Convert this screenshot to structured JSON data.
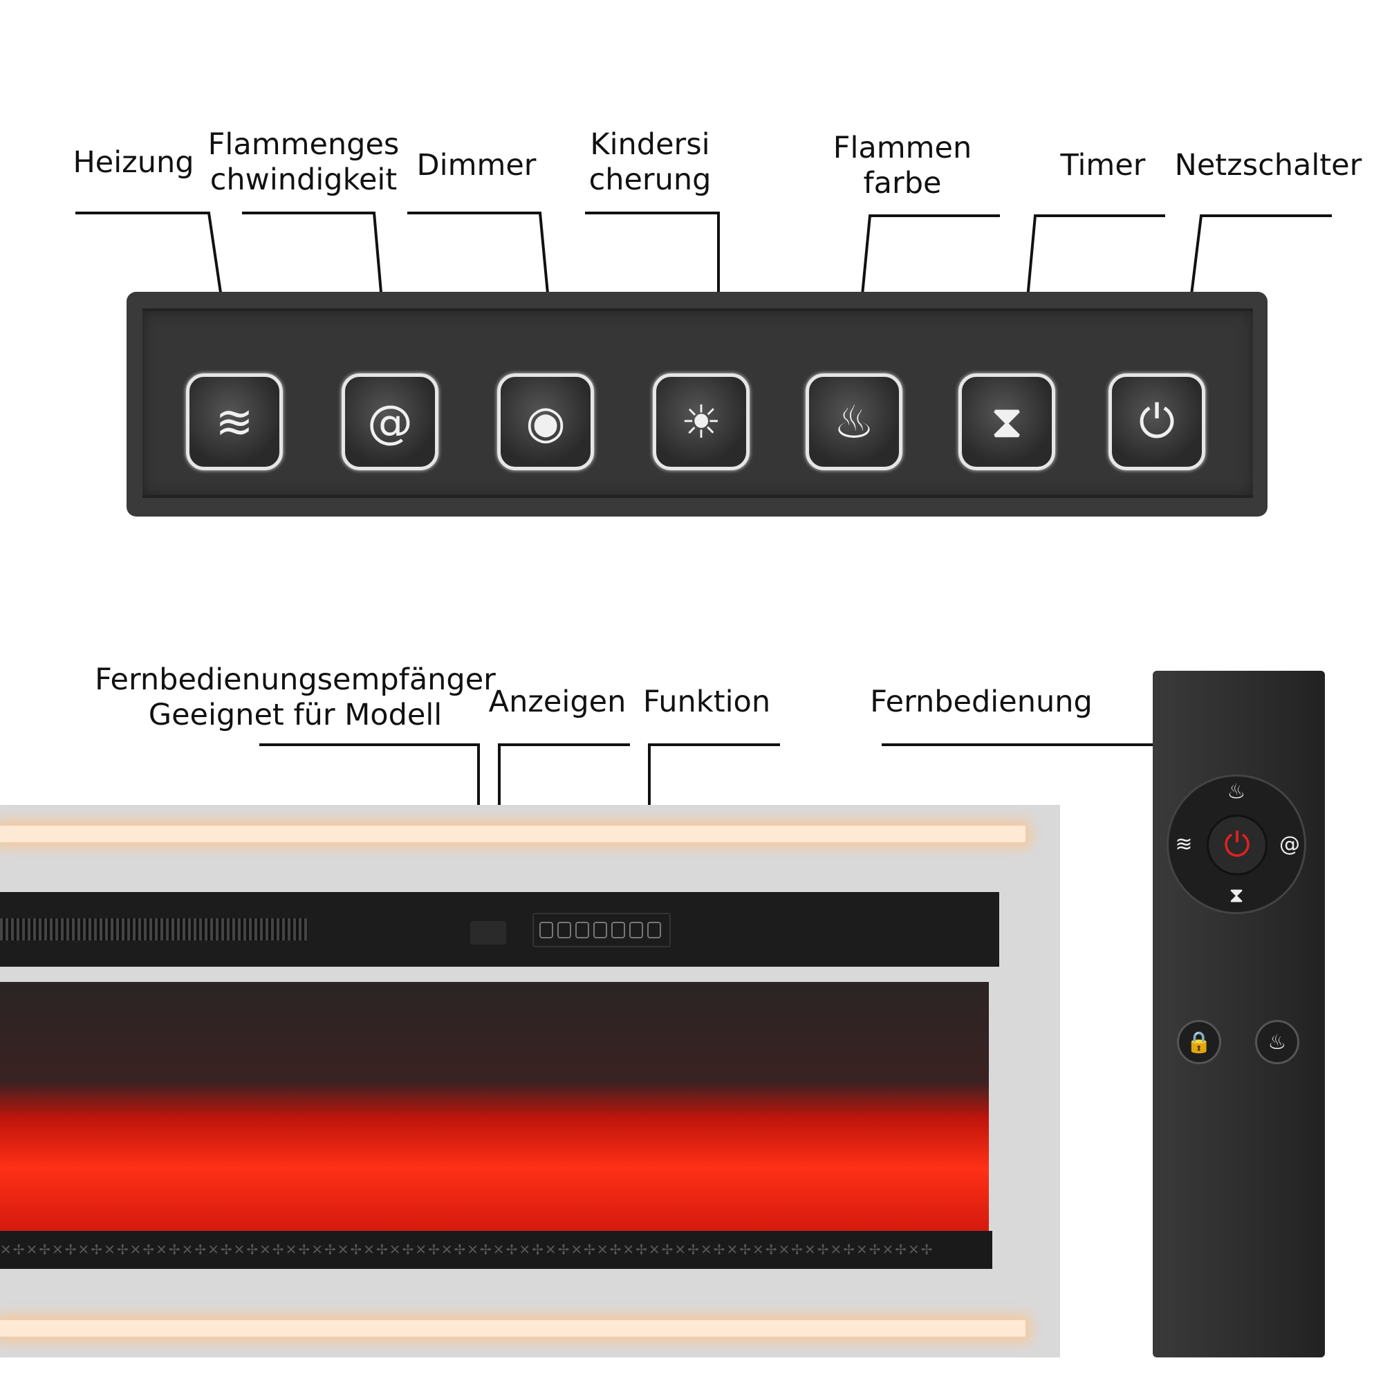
{
  "panel_labels": {
    "heizung": "Heizung",
    "flammengeschwindigkeit_1": "Flammenges",
    "flammengeschwindigkeit_2": "chwindigkeit",
    "dimmer": "Dimmer",
    "kindersicherung_1": "Kindersi",
    "kindersicherung_2": "cherung",
    "flammenfarbe_1": "Flammen",
    "flammenfarbe_2": "farbe",
    "timer": "Timer",
    "netzschalter": "Netzschalter"
  },
  "panel_buttons": [
    {
      "icon": "heat-waves-icon",
      "glyph": "≋"
    },
    {
      "icon": "spiral-icon",
      "glyph": "@"
    },
    {
      "icon": "flame-circle-icon",
      "glyph": "◉"
    },
    {
      "icon": "sunrise-icon",
      "glyph": "☀"
    },
    {
      "icon": "flame-icon",
      "glyph": "♨"
    },
    {
      "icon": "hourglass-icon",
      "glyph": "⧗"
    },
    {
      "icon": "power-icon",
      "glyph": "⏻"
    }
  ],
  "bottom_labels": {
    "receiver_1": "Fernbedienungsempfänger",
    "receiver_2": "Geeignet für Modell",
    "anzeigen": "Anzeigen",
    "funktion": "Funktion",
    "fernbedienung": "Fernbedienung"
  },
  "remote": {
    "top": "♨",
    "left": "≋",
    "right": "@",
    "bottom": "⧗",
    "power": "⏻",
    "lock": "🔒",
    "flame": "♨"
  },
  "colors": {
    "panel": "#3a3a3a",
    "flame": "#ff3016",
    "power_red": "#e02020"
  }
}
